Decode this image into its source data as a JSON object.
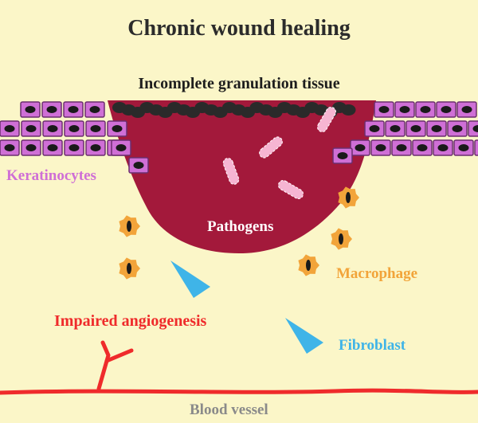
{
  "title": "Chronic wound healing",
  "labels": {
    "granulation": "Incomplete granulation tissue",
    "keratinocytes": "Keratinocytes",
    "pathogens": "Pathogens",
    "macrophage": "Macrophage",
    "angiogenesis": "Impaired angiogenesis",
    "fibroblast": "Fibroblast",
    "blood_vessel": "Blood vessel"
  },
  "colors": {
    "background": "#fbf6c8",
    "wound": "#a3193b",
    "keratinocyte": "#cf6fd6",
    "macrophage": "#f2a43a",
    "fibroblast": "#3fb4e8",
    "vessel": "#ef2b2b",
    "pathogen": "#f6b5d2",
    "vessel_label": "#8a8a8a"
  }
}
